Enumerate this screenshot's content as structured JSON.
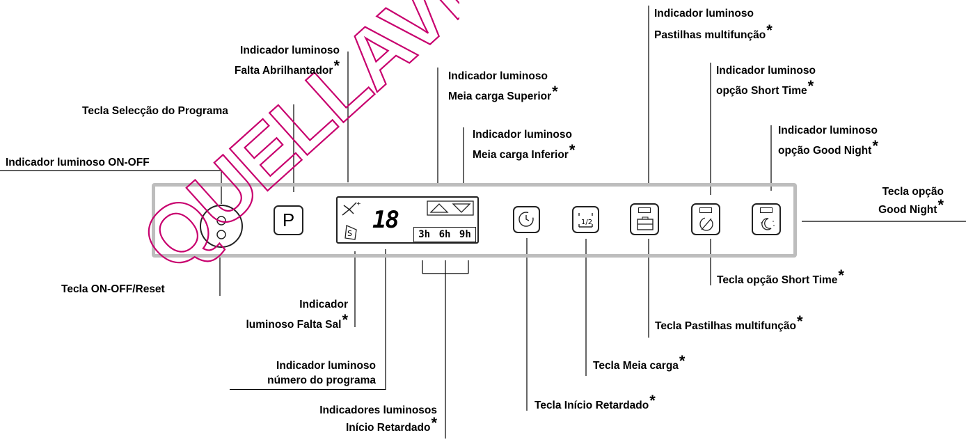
{
  "labels": {
    "on_off_key": "Tecla ON-OFF/Reset",
    "on_off_led": "Indicador luminoso ON-OFF",
    "program_key": "Tecla Selecção do Programa",
    "rinse_line1": "Indicador luminoso",
    "rinse_line2": "Falta Abrilhantador",
    "salt_line1": "Indicador",
    "salt_line2": "luminoso Falta Sal",
    "prog_num_line1": "Indicador luminoso",
    "prog_num_line2": "número do programa",
    "delay_leds_line1": "Indicadores luminosos",
    "delay_leds_line2": "Início Retardado",
    "upper_half_line1": "Indicador luminoso",
    "upper_half_line2": "Meia carga Superior",
    "lower_half_line1": "Indicador luminoso",
    "lower_half_line2": "Meia carga Inferior",
    "delay_key": "Tecla Início Retardado",
    "half_load_key": "Tecla Meia carga",
    "tabs_key": "Tecla Pastilhas multifunção",
    "tabs_led_line1": "Indicador luminoso",
    "tabs_led_line2": "Pastilhas multifunção",
    "short_led_line1": "Indicador luminoso",
    "short_led_line2": "opção Short Time",
    "short_key": "Tecla opção Short Time",
    "night_led_line1": "Indicador luminoso",
    "night_led_line2": "opção Good Night",
    "night_key_line1": "Tecla opção",
    "night_key_line2": "Good Night",
    "star": "*"
  },
  "panel": {
    "program_key_letter": "P",
    "program_number": "18",
    "delay_hours": [
      "3h",
      "6h",
      "9h"
    ],
    "half_load_text": "1/2"
  },
  "watermark": "QUELLAVE",
  "colors": {
    "panel_border": "#bdbdbd",
    "watermark": "#c8006e"
  },
  "icons": [
    "power-icon",
    "rinse-aid-icon",
    "salt-icon",
    "upper-arrow-icon",
    "lower-arrow-icon",
    "delay-clock-icon",
    "half-load-icon",
    "tabs-icon",
    "short-time-icon",
    "good-night-icon"
  ]
}
